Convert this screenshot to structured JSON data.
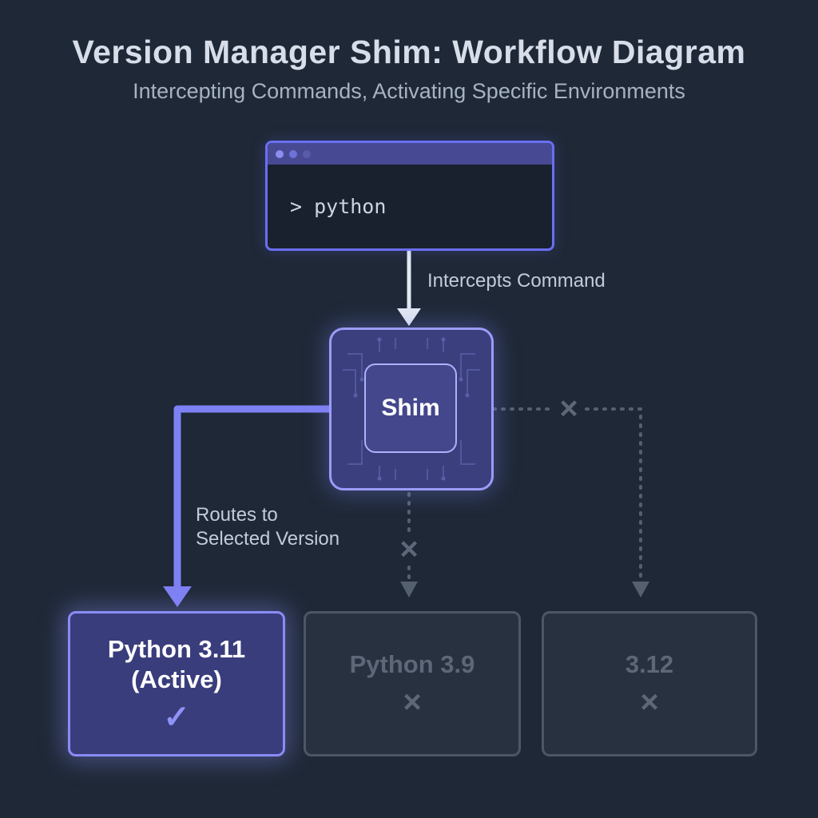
{
  "header": {
    "title": "Version Manager Shim: Workflow Diagram",
    "subtitle": "Intercepting Commands, Activating Specific Environments"
  },
  "terminal": {
    "command": "> python"
  },
  "labels": {
    "intercepts": "Intercepts Command",
    "routes_line1": "Routes to",
    "routes_line2": "Selected Version"
  },
  "shim": {
    "label": "Shim"
  },
  "versions": {
    "0": {
      "title_line1": "Python 3.11",
      "title_line2": "(Active)",
      "state": "active"
    },
    "1": {
      "title_line1": "Python 3.9",
      "state": "inactive"
    },
    "2": {
      "title_line1": "3.12",
      "state": "inactive"
    }
  },
  "icons": {
    "check_glyph": "✓",
    "x_glyph": "×"
  },
  "colors": {
    "background": "#1e2836",
    "accent_purple": "#8b8df5",
    "terminal_border": "#6b6ef0",
    "inactive_gray": "#5d6778",
    "arrow_white": "#e3e9f2",
    "dotted_gray": "#55606f"
  }
}
